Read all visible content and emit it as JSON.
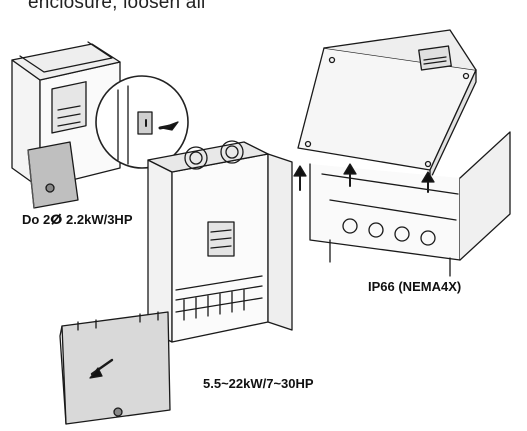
{
  "figure": {
    "caption_fragment": "enclosure, loosen all",
    "labels": {
      "small_model": "Do 2ⵁ 2.2kW/3HP",
      "ip66_model": "IP66 (NEMA4X)",
      "large_model": "5.5~22kW/7~30HP"
    }
  }
}
